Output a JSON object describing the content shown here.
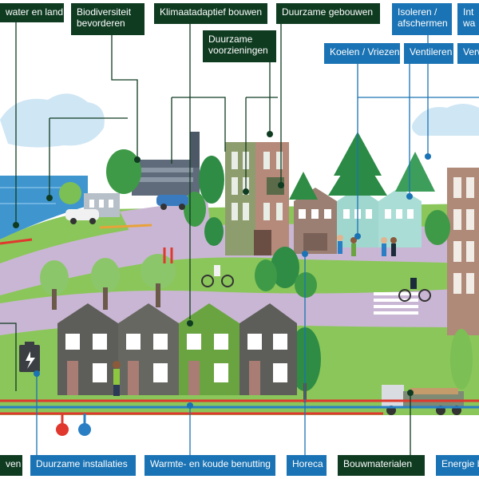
{
  "labels": {
    "water_land": "water en land",
    "biodiversiteit_1": "Biodiversiteit",
    "biodiversiteit_2": "bevorderen",
    "klimaatadaptief": "Klimaatadaptief bouwen",
    "duurzame_gebouwen": "Duurzame gebouwen",
    "isoleren_1": "Isoleren /",
    "isoleren_2": "afschermen",
    "int_1": "Int",
    "int_2": "wa",
    "voorzieningen_1": "Duurzame",
    "voorzieningen_2": "voorzieningen",
    "koelen": "Koelen / Vriezen",
    "ventileren": "Ventileren",
    "verw": "Verw",
    "bottom_left": "ven",
    "installaties": "Duurzame installaties",
    "warmte": "Warmte- en koude benutting",
    "horeca": "Horeca",
    "bouwmaterialen": "Bouwmaterialen",
    "energie": "Energie b"
  },
  "colors": {
    "dark_label": "#0f3b21",
    "blue_label": "#1a73b4",
    "connector_dark": "#0f3b21",
    "connector_blue": "#1a73b4",
    "pipe_red": "#e0382d",
    "pipe_blue": "#2a7fc4",
    "grass": "#8bc65a",
    "path": "#c9b6d4"
  }
}
